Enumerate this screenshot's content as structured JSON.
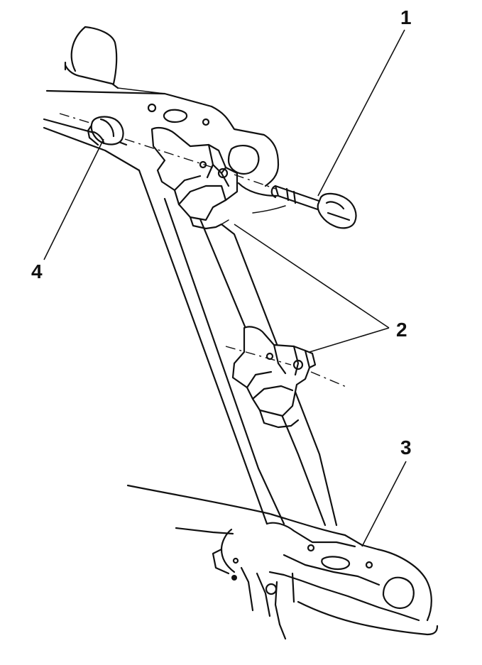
{
  "callouts": [
    {
      "id": "1",
      "label": "1"
    },
    {
      "id": "2",
      "label": "2"
    },
    {
      "id": "3",
      "label": "3"
    },
    {
      "id": "4",
      "label": "4"
    }
  ],
  "line_color": "#111111",
  "background": "#ffffff"
}
